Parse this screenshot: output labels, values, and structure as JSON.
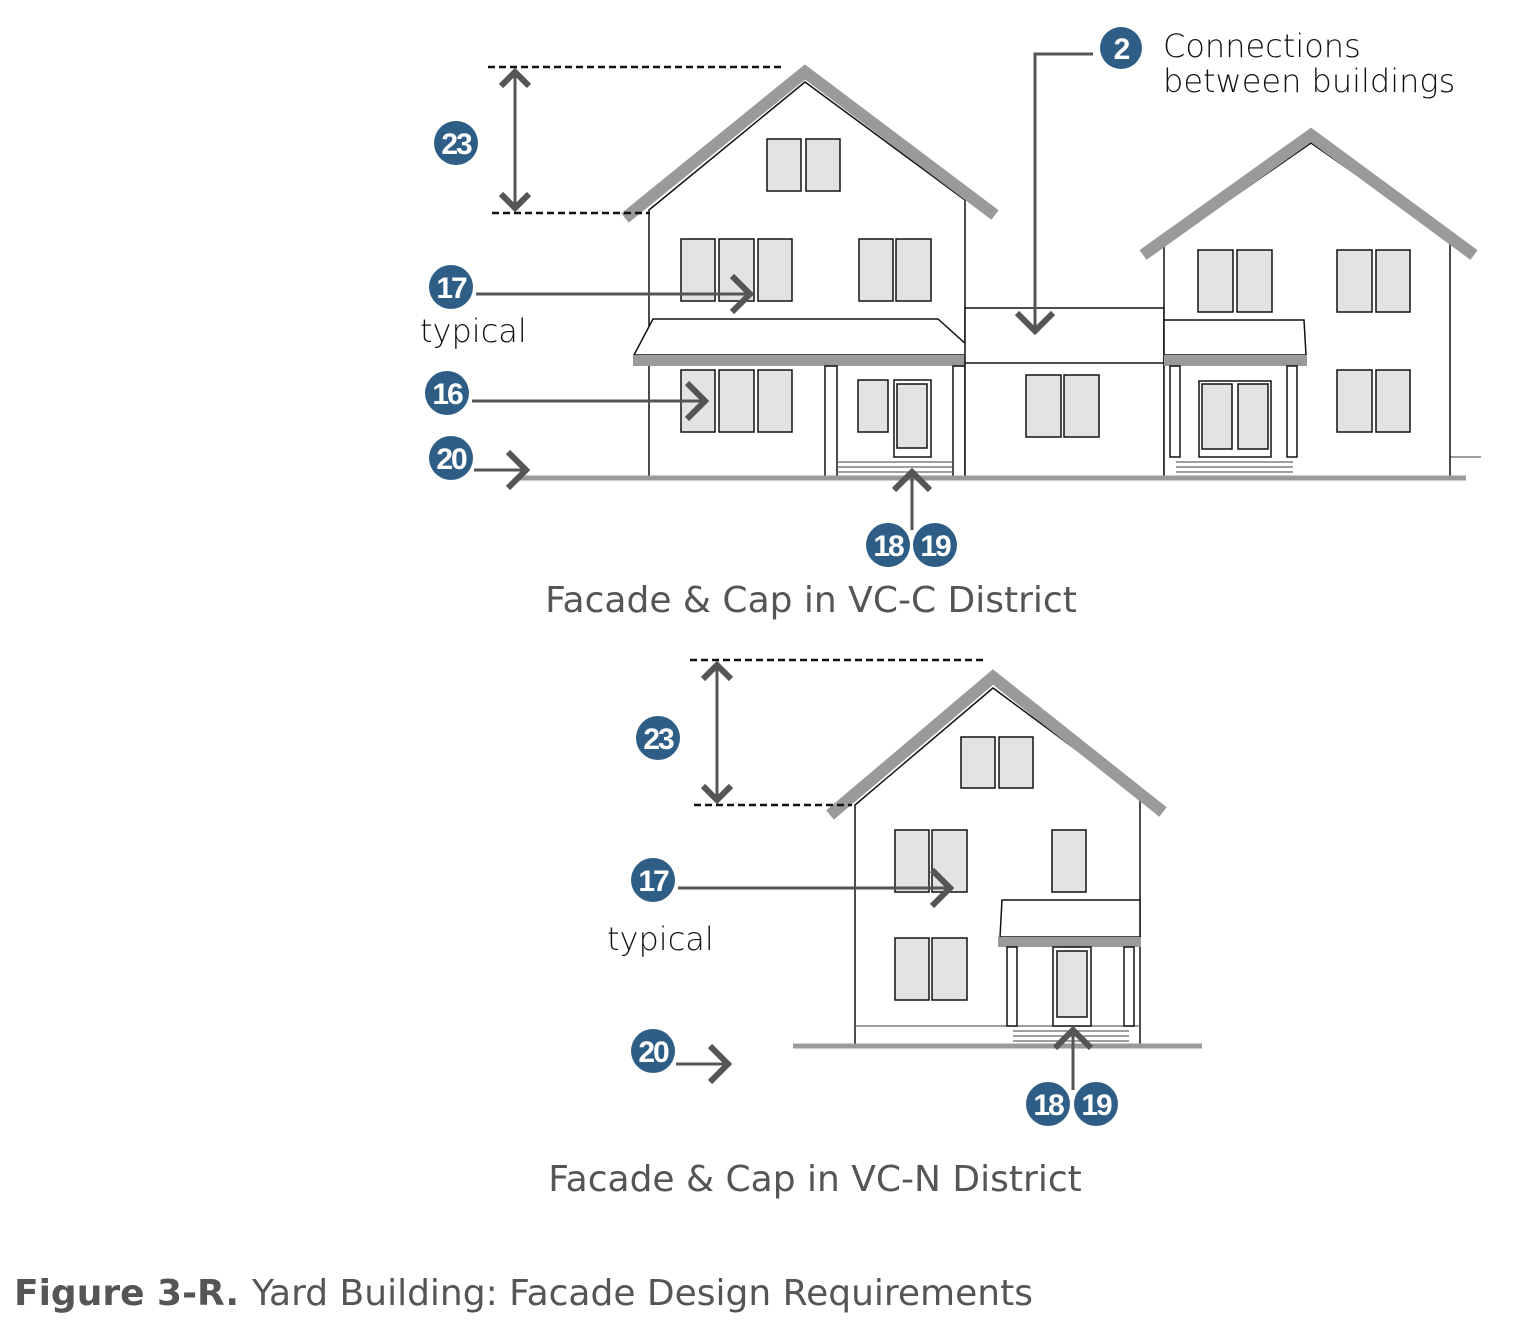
{
  "top": {
    "badges": {
      "b23": "23",
      "b17": "17",
      "b16": "16",
      "b20": "20",
      "b18": "18",
      "b19": "19",
      "b2": "2"
    },
    "typical": "typical",
    "connections_line1": "Connections",
    "connections_line2": "between buildings",
    "caption": "Facade & Cap in VC-C District"
  },
  "bottom": {
    "badges": {
      "b23": "23",
      "b17": "17",
      "b20": "20",
      "b18": "18",
      "b19": "19"
    },
    "typical": "typical",
    "caption": "Facade & Cap in VC-N District"
  },
  "figure": {
    "number": "Figure 3-R.",
    "title": "Yard Building: Facade Design Requirements"
  },
  "colors": {
    "badge": "#2e5d86",
    "roof": "#9a9a9a",
    "arrow": "#555555",
    "window": "#e3e3e1"
  }
}
